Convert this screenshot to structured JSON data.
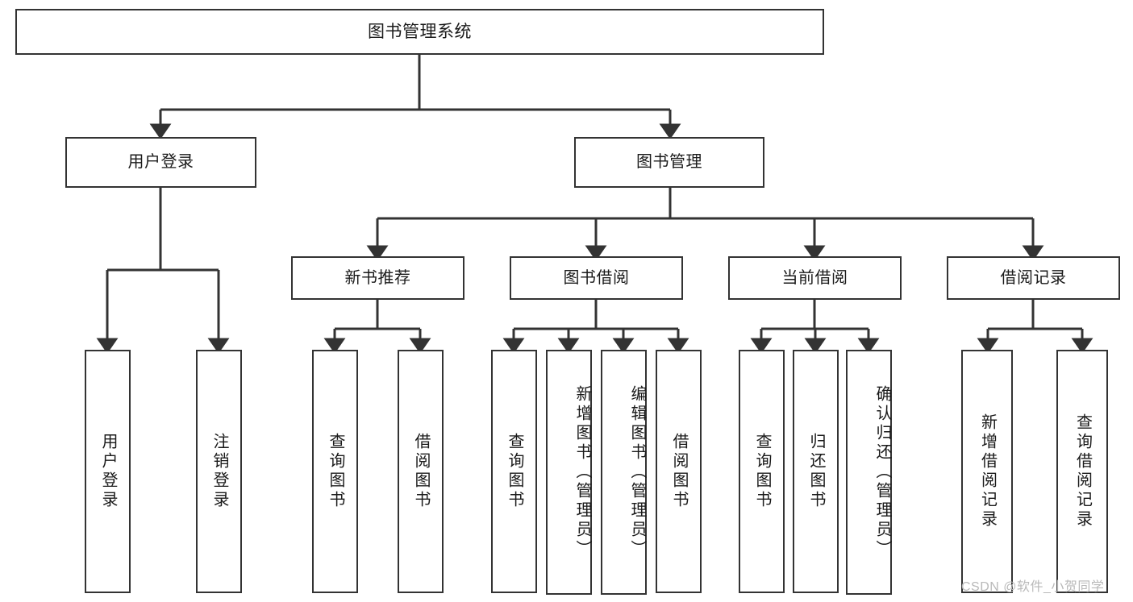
{
  "diagram": {
    "title": "图书管理系统",
    "type": "tree-hierarchy",
    "watermark": "CSDN @软件_小贺同学",
    "colors": {
      "box_border": "#333333",
      "box_fill": "#ffffff",
      "connector": "#333333",
      "text": "#1a1a1a",
      "watermark": "#b9b9b9"
    },
    "nodes": {
      "root": "图书管理系统",
      "level1": [
        "用户登录",
        "图书管理"
      ],
      "level2": [
        "新书推荐",
        "图书借阅",
        "当前借阅",
        "借阅记录"
      ],
      "leaves_user_login": [
        "用户登录",
        "注销登录"
      ],
      "leaves_new_book": [
        "查询图书",
        "借阅图书"
      ],
      "leaves_borrow": [
        "查询图书",
        "新增图书（管理员）",
        "编辑图书（管理员）",
        "借阅图书"
      ],
      "leaves_current": [
        "查询图书",
        "归还图书",
        "确认归还（管理员）"
      ],
      "leaves_records": [
        "新增借阅记录",
        "查询借阅记录"
      ]
    }
  }
}
